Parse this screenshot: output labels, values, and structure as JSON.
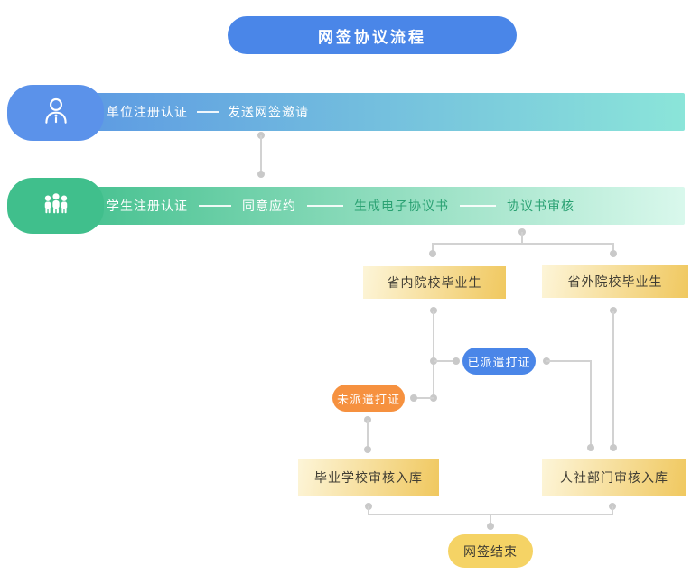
{
  "title": "网签协议流程",
  "colors": {
    "blue": "#4a86e8",
    "badge_blue": "#5b92ea",
    "bar1_start": "#5b97e3",
    "bar1_end": "#8be5d9",
    "green": "#40bf8c",
    "bar2_end": "#d9f8ec",
    "green_text": "#2aa172",
    "orange": "#f6913f",
    "yellow_light": "#fdf5d8",
    "yellow": "#f0c85f",
    "end_pill": "#f5d365",
    "line": "#d2d2d2",
    "dot": "#c9c9c9",
    "box_text": "#3f3c33"
  },
  "lanes": {
    "unit": {
      "icon": "user-icon",
      "steps": [
        "单位注册认证",
        "发送网签邀请"
      ]
    },
    "student": {
      "icon": "users-icon",
      "steps": [
        "学生注册认证",
        "同意应约",
        "生成电子协议书",
        "协议书审核"
      ]
    }
  },
  "nodes": {
    "inside_province": "省内院校毕业生",
    "outside_province": "省外院校毕业生",
    "dispatched": "已派遣打证",
    "not_dispatched": "未派遣打证",
    "school_review": "毕业学校审核入库",
    "hr_review": "人社部门审核入库",
    "end": "网签结束"
  }
}
